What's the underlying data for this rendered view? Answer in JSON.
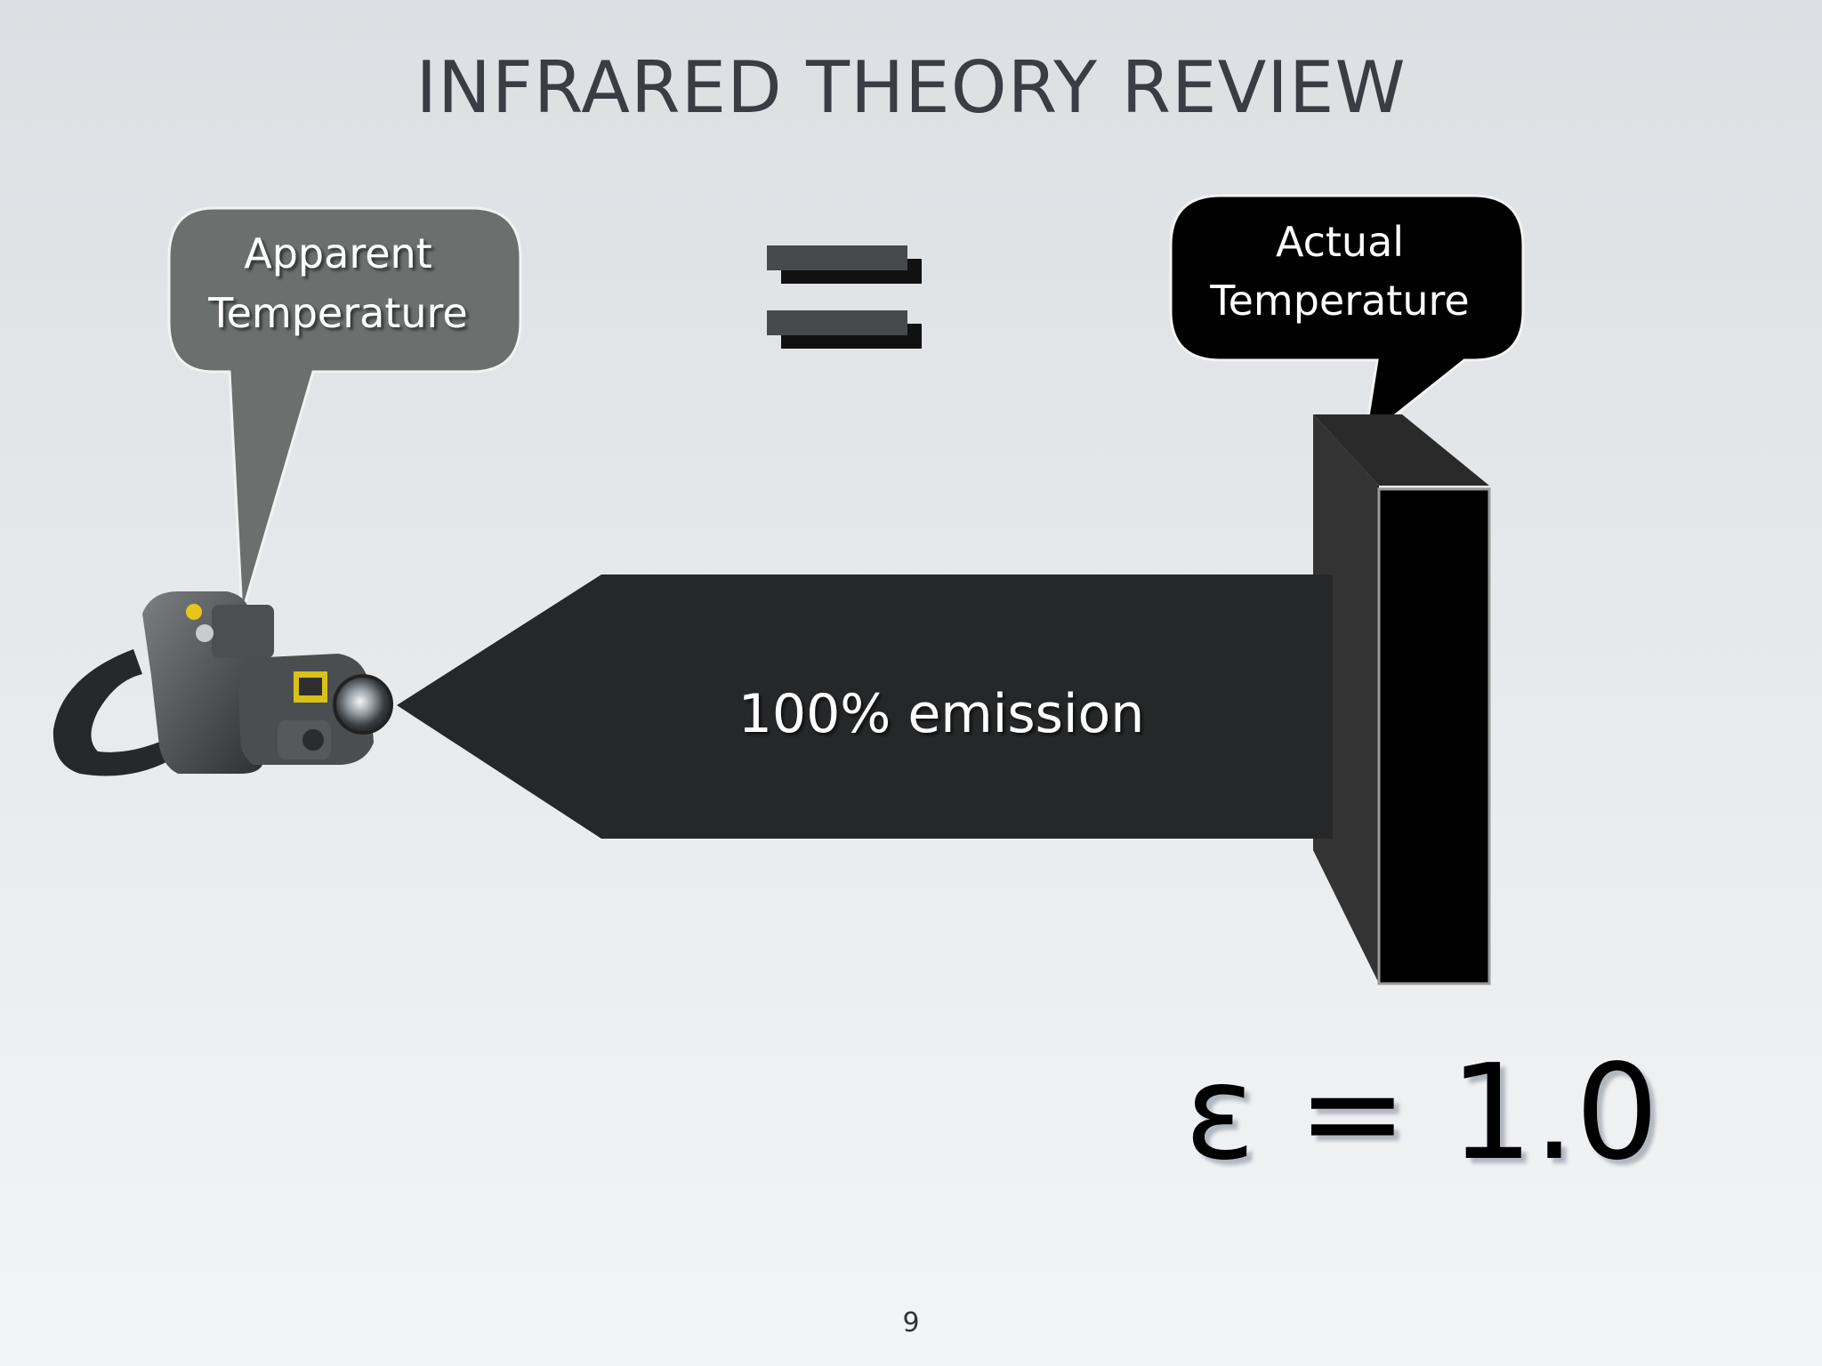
{
  "title": "INFRARED THEORY REVIEW",
  "callouts": {
    "apparent": {
      "line1": "Apparent",
      "line2": "Temperature"
    },
    "actual": {
      "line1": "Actual",
      "line2": "Temperature"
    }
  },
  "arrow_label": "100% emission",
  "emissivity": "ε = 1.0",
  "slide_number": "9",
  "colors": {
    "arrow": "#262728",
    "block_front": "#000000",
    "block_side": "#333333",
    "apparent_bubble": "#6b6f6e",
    "actual_bubble": "#000000",
    "equals_sign": "#48494b"
  },
  "icons": {
    "camera": "thermal-camera-icon",
    "equals": "equals-sign-icon"
  }
}
